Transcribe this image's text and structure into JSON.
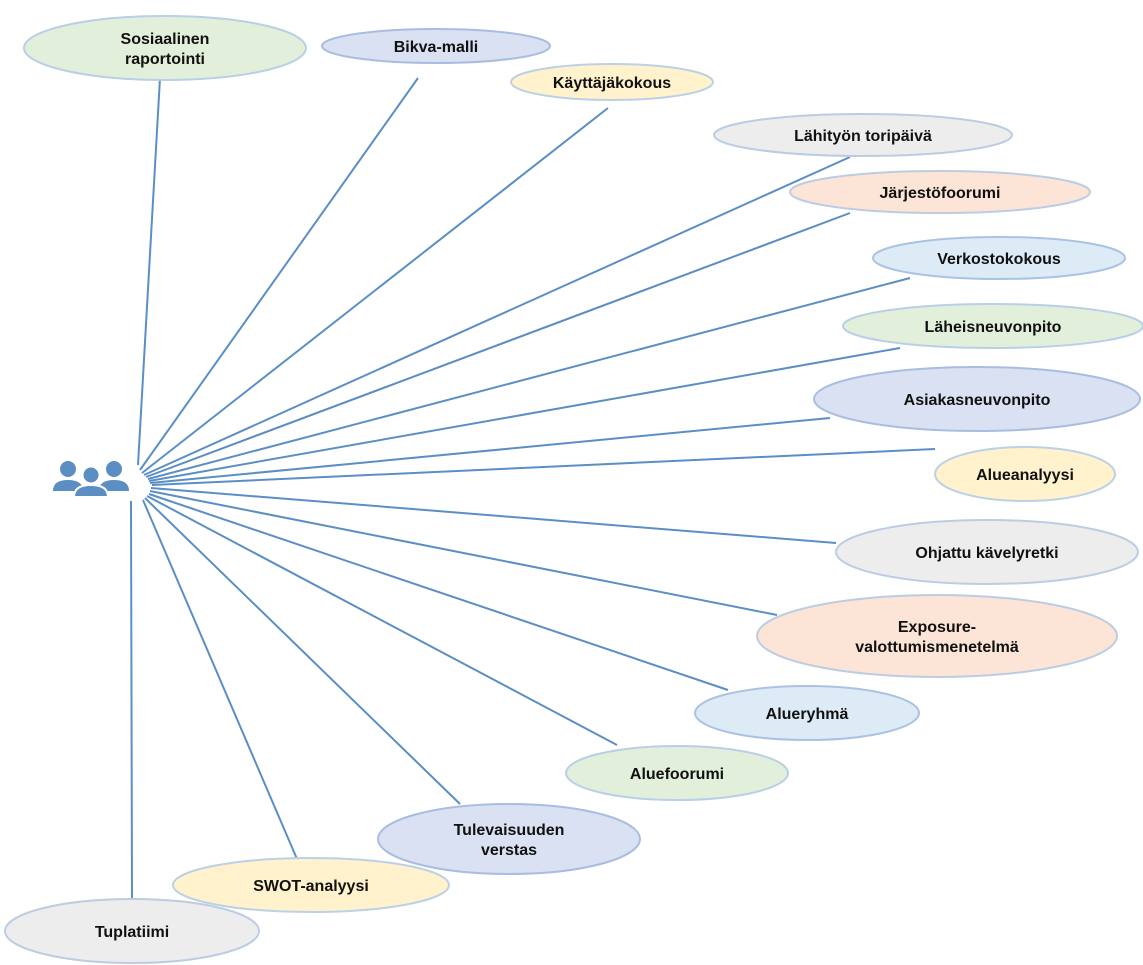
{
  "hub": {
    "icon": "people-group-icon",
    "color": "#5b8fc4"
  },
  "palette": {
    "green": {
      "fill": "#e2efda",
      "stroke": "#b9cfe8"
    },
    "blue": {
      "fill": "#d9e1f2",
      "stroke": "#a9bde0"
    },
    "yellow": {
      "fill": "#fff2cc",
      "stroke": "#bcd0e8"
    },
    "gray": {
      "fill": "#ededed",
      "stroke": "#bccde3"
    },
    "orange": {
      "fill": "#fce4d6",
      "stroke": "#bccde3"
    },
    "light": {
      "fill": "#ddebf7",
      "stroke": "#aac3e2"
    }
  },
  "nodes": [
    {
      "id": "sosiaalinen-raportointi",
      "lines": [
        "Sosiaalinen",
        "raportointi"
      ],
      "color": "green"
    },
    {
      "id": "bikva-malli",
      "lines": [
        "Bikva-malli"
      ],
      "color": "blue"
    },
    {
      "id": "kayttajakokous",
      "lines": [
        "Käyttäjäkokous"
      ],
      "color": "yellow"
    },
    {
      "id": "lahityon-toripaiva",
      "lines": [
        "Lähityön toripäivä"
      ],
      "color": "gray"
    },
    {
      "id": "jarjestofoorumi",
      "lines": [
        "Järjestöfoorumi"
      ],
      "color": "orange"
    },
    {
      "id": "verkostokokous",
      "lines": [
        "Verkostokokous"
      ],
      "color": "light"
    },
    {
      "id": "laheisneuvonpito",
      "lines": [
        "Läheisneuvonpito"
      ],
      "color": "green"
    },
    {
      "id": "asiakasneuvonpito",
      "lines": [
        "Asiakasneuvonpito"
      ],
      "color": "blue"
    },
    {
      "id": "alueanalyysi",
      "lines": [
        "Alueanalyysi"
      ],
      "color": "yellow"
    },
    {
      "id": "ohjattu-kavelyretki",
      "lines": [
        "Ohjattu kävelyretki"
      ],
      "color": "gray"
    },
    {
      "id": "exposure-valottumismenetelma",
      "lines": [
        "Exposure-",
        "valottumismenetelmä"
      ],
      "color": "orange"
    },
    {
      "id": "alueryhma",
      "lines": [
        "Alueryhmä"
      ],
      "color": "light"
    },
    {
      "id": "aluefoorumi",
      "lines": [
        "Aluefoorumi"
      ],
      "color": "green"
    },
    {
      "id": "tulevaisuuden-verstas",
      "lines": [
        "Tulevaisuuden",
        "verstas"
      ],
      "color": "blue"
    },
    {
      "id": "swot-analyysi",
      "lines": [
        "SWOT-analyysi"
      ],
      "color": "yellow"
    },
    {
      "id": "tuplatiimi",
      "lines": [
        "Tuplatiimi"
      ],
      "color": "gray"
    }
  ]
}
